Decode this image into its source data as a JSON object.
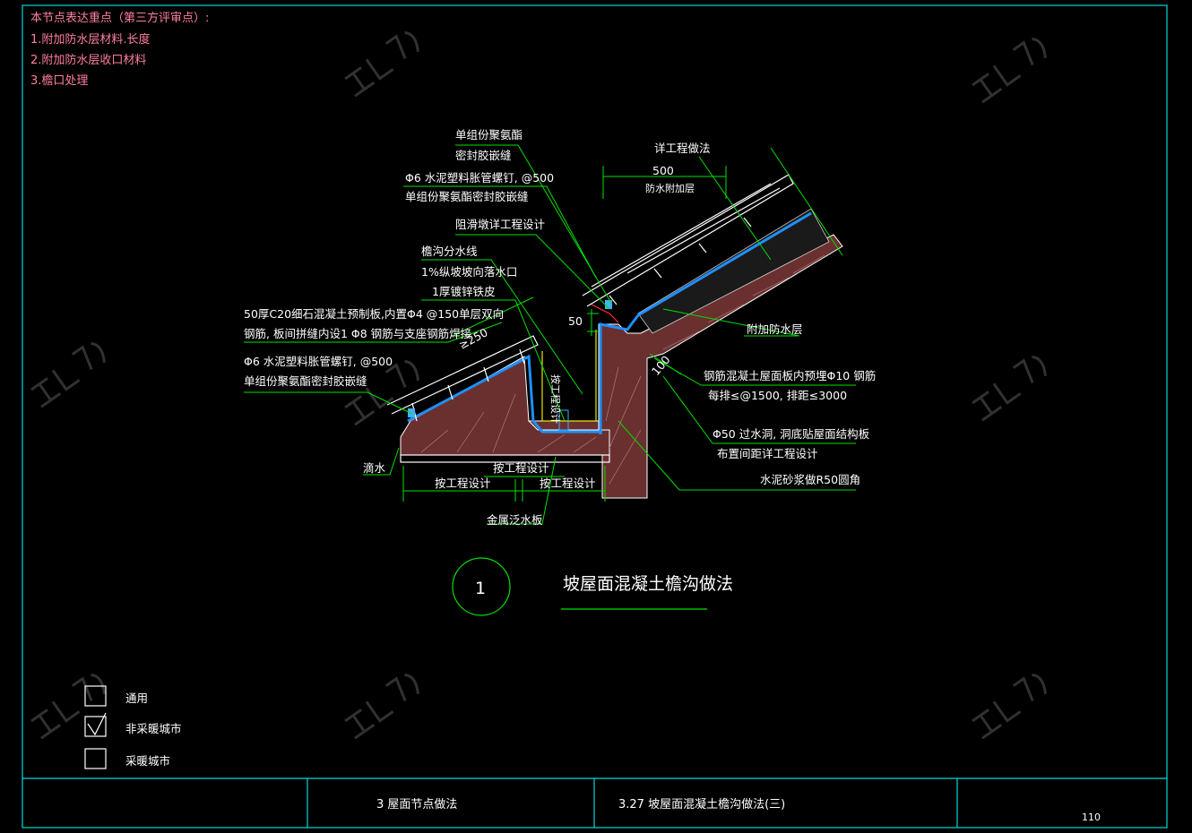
{
  "notes": {
    "heading": "本节点表达重点（第三方评审点）:",
    "items": [
      "1.附加防水层材料.长度",
      "2.附加防水层收口材料",
      "3.檐口处理"
    ]
  },
  "labels": {
    "top_left": [
      "单组份聚氨酯",
      "密封胶嵌缝",
      "Φ6 水泥塑料胀管螺钉, @500",
      "单组份聚氨酯密封胶嵌缝",
      "阻滑墩详工程设计",
      "檐沟分水线",
      "1%纵坡坡向落水口",
      "1厚镀锌铁皮",
      "50厚C20细石混凝土预制板,内置Φ4 @150单层双向",
      "钢筋, 板间拼缝内设1 Φ8 钢筋与支座钢筋焊接",
      "Φ6 水泥塑料胀管螺钉, @500",
      "单组份聚氨酯密封胶嵌缝"
    ],
    "top_right": [
      "详工程做法",
      "500",
      "防水附加层"
    ],
    "right": [
      "附加防水层",
      "钢筋混凝土屋面板内预埋Φ10 钢筋",
      "每排≤@1500, 排距≤3000",
      "Φ50 过水洞, 洞底贴屋面结构板",
      "布置间距详工程设计",
      "水泥砂浆做R50圆角"
    ],
    "bottom": [
      "滴水",
      "按工程设计",
      "按工程设计",
      "按工程设计",
      "金属泛水板"
    ],
    "dims": [
      "≥250",
      "50",
      "100"
    ],
    "vertical": "按工程设计"
  },
  "detail": {
    "number": "1",
    "title": "坡屋面混凝土檐沟做法"
  },
  "legend": [
    {
      "label": "通用",
      "checked": false
    },
    {
      "label": "非采暖城市",
      "checked": true
    },
    {
      "label": "采暖城市",
      "checked": false
    }
  ],
  "title_block": {
    "section": "3   屋面节点做法",
    "drawing": "3.27   坡屋面混凝土檐沟做法(三)",
    "page": "110"
  },
  "colors": {
    "frame": "#00d8d8",
    "leader": "#00e000",
    "note": "#ff7f9f",
    "membrane": "#1e90ff",
    "concrete": "#6a3030"
  }
}
